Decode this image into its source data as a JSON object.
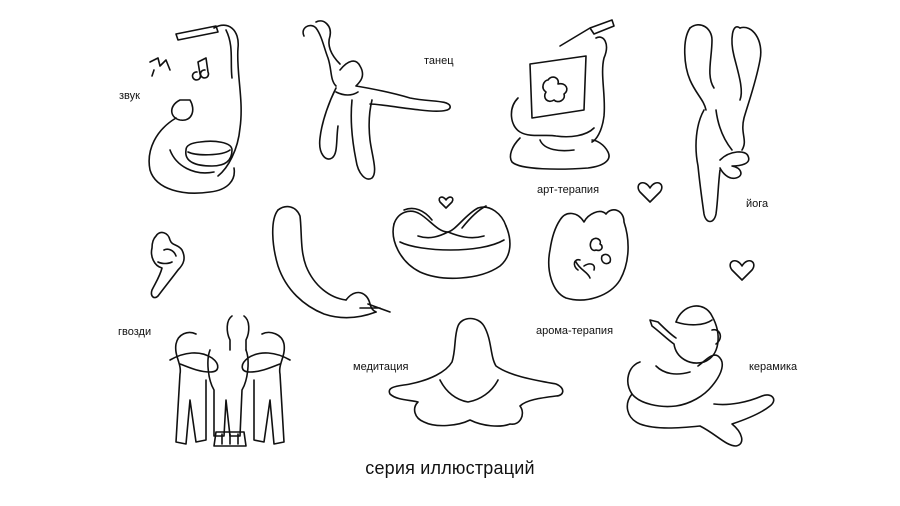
{
  "labels": {
    "sound": "звук",
    "dance": "танец",
    "art_therapy": "арт-терапия",
    "yoga": "йога",
    "nails": "гвозди",
    "aroma_therapy": "арома-терапия",
    "meditation": "медитация",
    "ceramics": "керамика"
  },
  "caption": "серия иллюстраций",
  "colors": {
    "background": "#ffffff",
    "line": "#111111"
  },
  "icons": [
    "heart-icon",
    "heart-icon",
    "heart-icon",
    "music-note-icon"
  ]
}
